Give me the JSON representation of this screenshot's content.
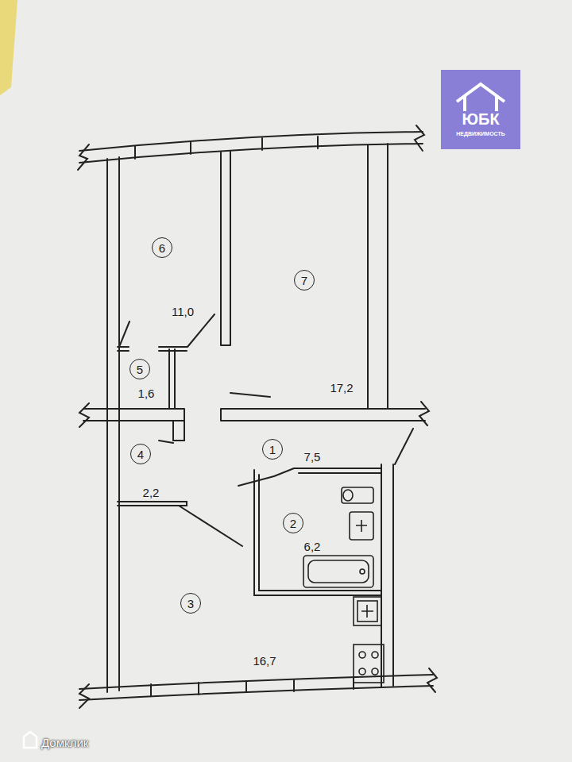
{
  "diagram": {
    "nodes": [
      {
        "text": [
          "6"
        ]
      },
      {
        "text": [
          "7"
        ]
      },
      {
        "text": [
          "5"
        ]
      },
      {
        "text": [
          "1"
        ]
      },
      {
        "text": [
          "4"
        ]
      },
      {
        "text": [
          "2"
        ]
      },
      {
        "text": [
          "3"
        ]
      }
    ],
    "labels": [
      "11,0",
      "17,2",
      "1,6",
      "7,5",
      "2,2",
      "6,2",
      "16,7",
      "ЮБК",
      "НЕДВИЖИМОСТЬ",
      "Домклик"
    ]
  }
}
